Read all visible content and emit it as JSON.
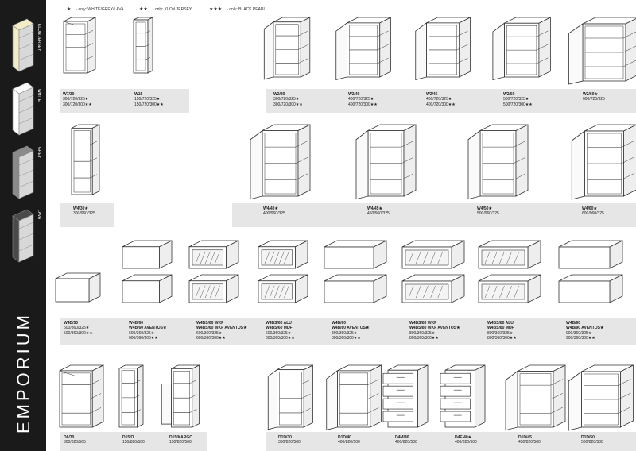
{
  "brand": "EMPORIUM",
  "legend": [
    {
      "stars": "★",
      "text": "- only: WHITE/GREY/LAVA"
    },
    {
      "stars": "★★",
      "text": "- only: KLON JERSEY"
    },
    {
      "stars": "★★★",
      "text": "- only: BLACK PEARL"
    }
  ],
  "finishes": [
    {
      "name": "KLON JERSEY",
      "color": "#f3ecc8"
    },
    {
      "name": "WHITE",
      "color": "#ffffff"
    },
    {
      "name": "GREY",
      "color": "#8a8a8a"
    },
    {
      "name": "LAVA",
      "color": "#4a4a4a"
    }
  ],
  "rows": [
    [
      {
        "code": "W7/30",
        "lines": [
          "300/720/325★",
          "300/720/300★★"
        ]
      },
      {
        "code": "W15",
        "lines": [
          "150/720/325★",
          "150/720/300★★"
        ]
      },
      {
        "code": "W2/30",
        "lines": [
          "300/720/325★",
          "300/720/300★★"
        ]
      },
      {
        "code": "W2/40",
        "lines": [
          "400/720/325★",
          "400/720/300★★"
        ]
      },
      {
        "code": "W2/45",
        "lines": [
          "400/720/325★",
          "400/720/300★★"
        ]
      },
      {
        "code": "W2/50",
        "lines": [
          "500/720/325★",
          "500/720/300★★"
        ]
      },
      {
        "code": "W2/60★",
        "lines": [
          "600/720/325"
        ]
      }
    ],
    [
      {
        "code": "W4/30★",
        "lines": [
          "300/960/325"
        ]
      },
      {
        "code": "W4/40★",
        "lines": [
          "400/960/325"
        ]
      },
      {
        "code": "W4/45★",
        "lines": [
          "450/960/325"
        ]
      },
      {
        "code": "W4/50★",
        "lines": [
          "500/960/325"
        ]
      },
      {
        "code": "W4/60★",
        "lines": [
          "600/960/325"
        ]
      }
    ],
    [
      {
        "code": "W4B/50",
        "lines": [
          "500/360/325★",
          "500/360/300★★"
        ]
      },
      {
        "code": "W4B/60",
        "code2": "W4B/60 AVENTOS★",
        "lines": [
          "600/360/325★",
          "600/360/300★★"
        ]
      },
      {
        "code": "W4BS/60 WKF",
        "code2": "W4BS/60 WKF AVENTOS★",
        "lines": [
          "600/360/325★",
          "600/360/300★★"
        ]
      },
      {
        "code": "W4BS/60 ALU",
        "code2": "W4BS/60 MDF",
        "lines": [
          "600/360/325★",
          "600/360/300★★"
        ]
      },
      {
        "code": "W4B/80",
        "code2": "W4B/80 AVENTOS★",
        "lines": [
          "800/360/325★",
          "800/360/300★★"
        ]
      },
      {
        "code": "W4BS/80 WKF",
        "code2": "W4BS/80 WKF AVENTOS★",
        "lines": [
          "800/360/325★",
          "800/360/300★★"
        ]
      },
      {
        "code": "W4BS/80 ALU",
        "code2": "W4BS/80 MDF",
        "lines": [
          "800/360/325★",
          "800/360/300★★"
        ]
      },
      {
        "code": "W4B/90",
        "code2": "W4B/90 AVENTOS★",
        "lines": [
          "900/360/325★",
          "900/360/300★★"
        ]
      }
    ],
    [
      {
        "code": "D6/30",
        "lines": [
          "300/820/565"
        ]
      },
      {
        "code": "D15/O",
        "lines": [
          "150/820/500"
        ]
      },
      {
        "code": "D15/KARGO",
        "lines": [
          "150/820/500"
        ]
      },
      {
        "code": "D1D/30",
        "lines": [
          "300/820/500"
        ]
      },
      {
        "code": "D1D/40",
        "lines": [
          "400/820/500"
        ]
      },
      {
        "code": "D4M/40",
        "lines": [
          "400/820/500"
        ]
      },
      {
        "code": "D4E/40★",
        "lines": [
          "400/820/500"
        ]
      },
      {
        "code": "D1D/45",
        "lines": [
          "450/820/500"
        ]
      },
      {
        "code": "D1D/50",
        "lines": [
          "500/820/500"
        ]
      }
    ]
  ]
}
